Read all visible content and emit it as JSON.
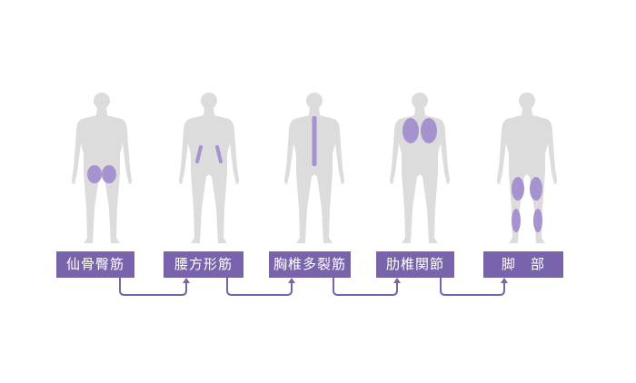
{
  "steps": [
    {
      "label": "仙骨臀筋",
      "region": "glutes"
    },
    {
      "label": "腰方形筋",
      "region": "lumbar"
    },
    {
      "label": "胸椎多裂筋",
      "region": "spine"
    },
    {
      "label": "肋椎関節",
      "region": "ribs"
    },
    {
      "label": "脚　部",
      "region": "legs"
    }
  ],
  "colors": {
    "body": "#dcdcdc",
    "highlight": "#a592cf",
    "label_bg": "#7a63ad",
    "arrow": "#7a63ad"
  }
}
